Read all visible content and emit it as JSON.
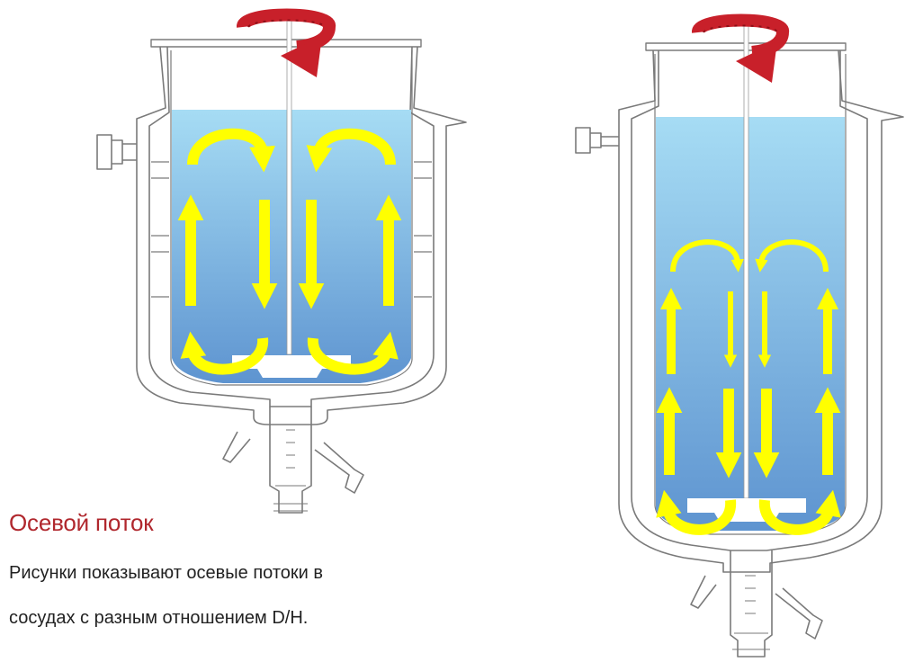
{
  "caption": {
    "title": "Осевой поток",
    "line1": "Рисунки показывают осевые потоки в",
    "line2": "сосудах с разным отношением D/H."
  },
  "colors": {
    "title": "#b0272d",
    "text": "#222222",
    "arrow_flow": "#ffff00",
    "arrow_rotation": "#c8202a",
    "liquid_top": "#a6dcf4",
    "liquid_bottom": "#5e94d0",
    "glass_outline": "#7a7a7a"
  },
  "icons": {
    "flow_arrow": "flow-arrow-icon",
    "rotation_arrow": "rotation-arrow-icon"
  }
}
